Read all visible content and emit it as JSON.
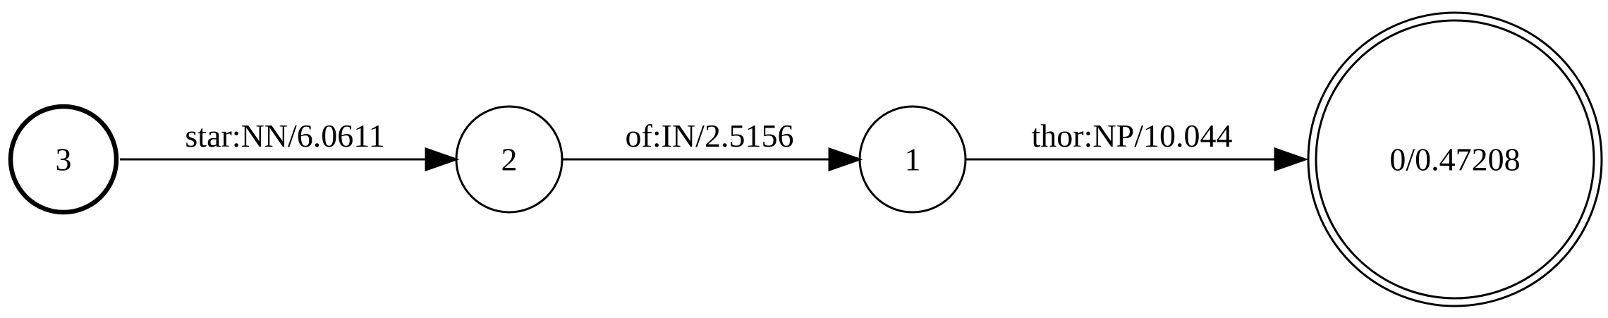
{
  "graph": {
    "type": "finite-state-transducer",
    "start_state": "3",
    "final_state": "0",
    "states": [
      {
        "id": "3",
        "label": "3",
        "start": true,
        "final": false
      },
      {
        "id": "2",
        "label": "2",
        "start": false,
        "final": false
      },
      {
        "id": "1",
        "label": "1",
        "start": false,
        "final": false
      },
      {
        "id": "0",
        "label": "0/0.47208",
        "start": false,
        "final": true
      }
    ],
    "edges": [
      {
        "from": "3",
        "to": "2",
        "label": "star:NN/6.0611"
      },
      {
        "from": "2",
        "to": "1",
        "label": "of:IN/2.5156"
      },
      {
        "from": "1",
        "to": "0",
        "label": "thor:NP/10.044"
      }
    ]
  }
}
